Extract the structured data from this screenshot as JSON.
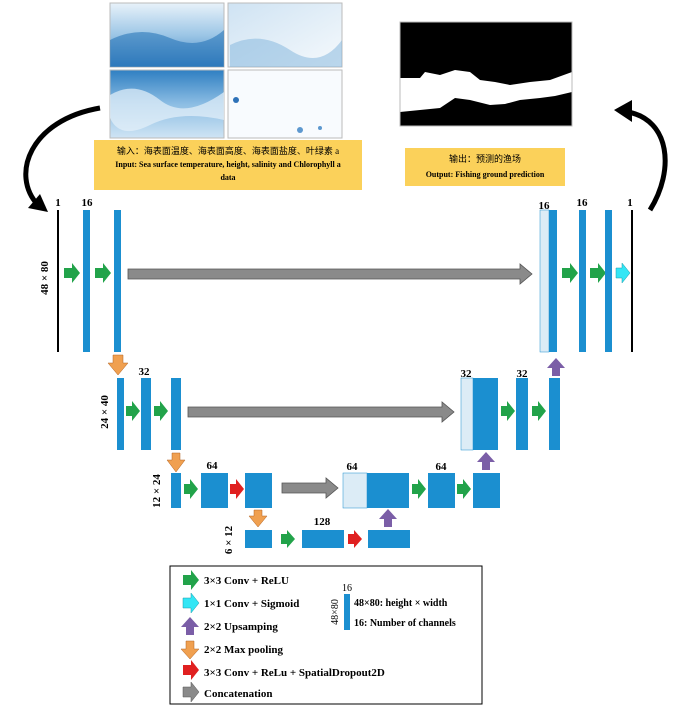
{
  "input_caption": {
    "zh": "输入：海表面温度、海表面高度、海表面盐度、叶绿素 a",
    "en_line1": "Input: Sea surface temperature, height, salinity and Chlorophyll a",
    "en_line2": "data"
  },
  "output_caption": {
    "zh": "输出：预测的渔场",
    "en": "Output: Fishing ground prediction"
  },
  "levels": {
    "l1": {
      "size": "48 × 80",
      "in_ch": "1",
      "ch": "16",
      "dec_ch": "16",
      "out_ch": "1"
    },
    "l2": {
      "size": "24 × 40",
      "ch": "32",
      "concat_ch": "32",
      "dec_ch": "32"
    },
    "l3": {
      "size": "12 × 24",
      "ch": "64",
      "concat_ch": "64",
      "dec_ch": "64"
    },
    "l4": {
      "size": "6 × 12",
      "ch": "128"
    }
  },
  "legend": {
    "items": [
      {
        "label": "3×3 Conv + ReLU",
        "color": "#22a34a",
        "icon": "arrow-right-green"
      },
      {
        "label": "1×1 Conv + Sigmoid",
        "color": "#33e6f5",
        "icon": "arrow-right-cyan"
      },
      {
        "label": "2×2 Upsamping",
        "color": "#7b5ea7",
        "icon": "arrow-up-purple"
      },
      {
        "label": "2×2 Max pooling",
        "color": "#f0a050",
        "icon": "arrow-down-orange"
      },
      {
        "label": "3×3 Conv + ReLu + SpatialDropout2D",
        "color": "#e02020",
        "icon": "arrow-right-red"
      },
      {
        "label": "Concatenation",
        "color": "#8a8a8a",
        "icon": "arrow-right-gray"
      }
    ],
    "key_top": "16",
    "key_side": "48×80",
    "key_line1": "48×80: height × width",
    "key_line2": "16: Number of channels"
  },
  "colors": {
    "block": "#1b8fd0",
    "block_light": "#dcecf6",
    "caption_bg": "#fbd15a",
    "conv": "#22a34a",
    "sigmoid": "#33e6f5",
    "up": "#7b5ea7",
    "pool": "#f0a050",
    "dropout": "#e02020",
    "concat": "#8a8a8a"
  }
}
